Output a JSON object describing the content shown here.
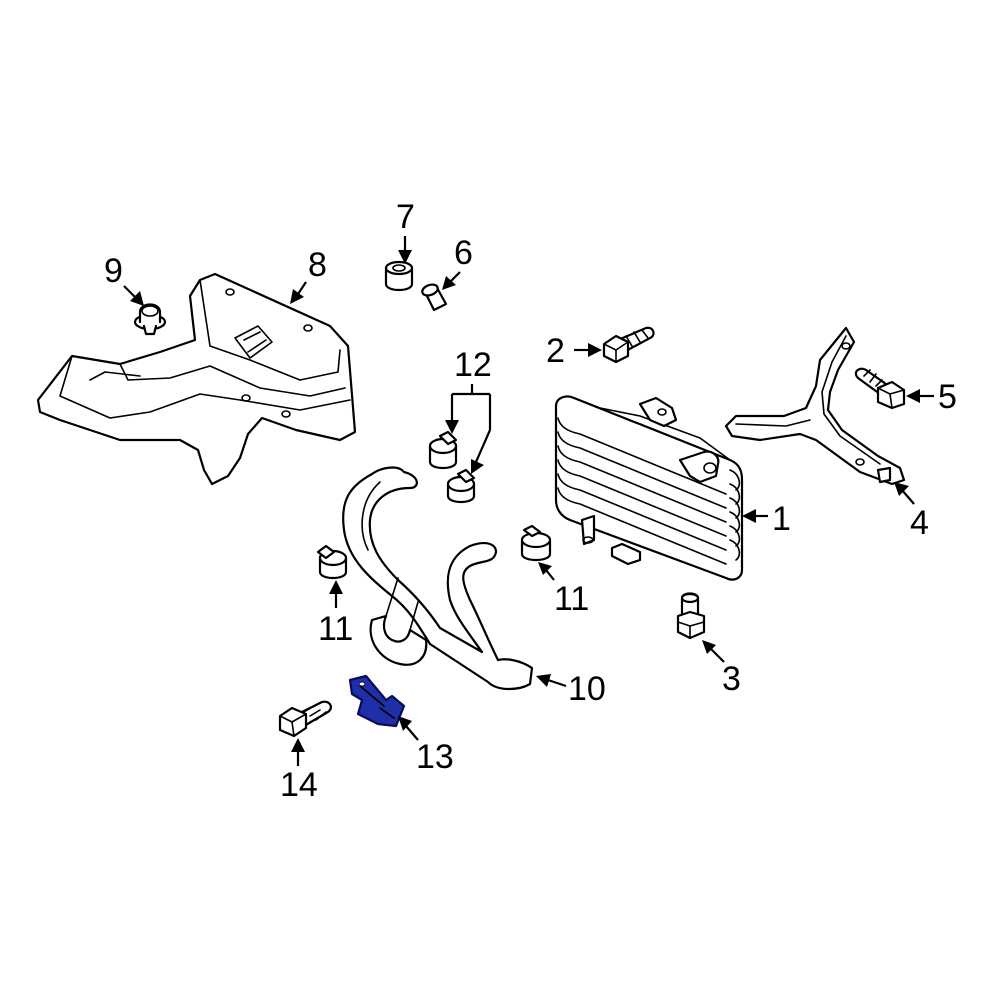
{
  "diagram": {
    "highlight_color": "#1f2fa8",
    "callouts": [
      {
        "id": "1",
        "label": "1",
        "part": "oil-cooler"
      },
      {
        "id": "2",
        "label": "2",
        "part": "bolt"
      },
      {
        "id": "3",
        "label": "3",
        "part": "drain-fitting"
      },
      {
        "id": "4",
        "label": "4",
        "part": "mounting-bracket"
      },
      {
        "id": "5",
        "label": "5",
        "part": "bolt"
      },
      {
        "id": "6",
        "label": "6",
        "part": "collar"
      },
      {
        "id": "7",
        "label": "7",
        "part": "grommet"
      },
      {
        "id": "8",
        "label": "8",
        "part": "air-duct"
      },
      {
        "id": "9",
        "label": "9",
        "part": "push-clip"
      },
      {
        "id": "10",
        "label": "10",
        "part": "hose"
      },
      {
        "id": "11a",
        "label": "11",
        "part": "hose-clamp"
      },
      {
        "id": "11b",
        "label": "11",
        "part": "hose-clamp"
      },
      {
        "id": "12",
        "label": "12",
        "part": "hose-clamps"
      },
      {
        "id": "13",
        "label": "13",
        "part": "hose-bracket"
      },
      {
        "id": "14",
        "label": "14",
        "part": "bolt"
      }
    ]
  }
}
